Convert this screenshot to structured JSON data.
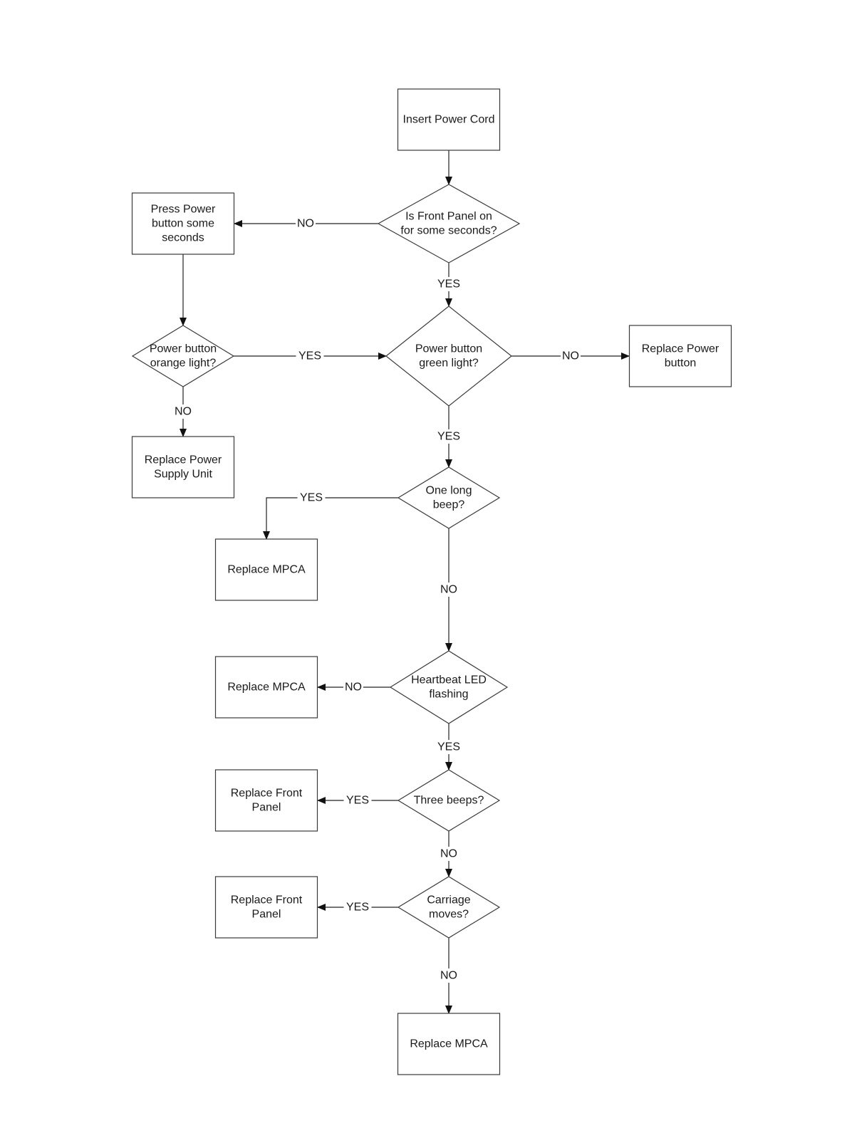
{
  "nodes": {
    "insert_power_cord": {
      "shape": "box",
      "lines": [
        "Insert Power Cord"
      ]
    },
    "front_panel_on": {
      "shape": "diamond",
      "lines": [
        "Is Front Panel on",
        "for some seconds?"
      ]
    },
    "press_power_button": {
      "shape": "box",
      "lines": [
        "Press Power",
        "button some",
        "seconds"
      ]
    },
    "orange_light": {
      "shape": "diamond",
      "lines": [
        "Power button",
        "orange light?"
      ]
    },
    "green_light": {
      "shape": "diamond",
      "lines": [
        "Power button",
        "green light?"
      ]
    },
    "replace_power_button": {
      "shape": "box",
      "lines": [
        "Replace Power",
        "button"
      ]
    },
    "replace_psu": {
      "shape": "box",
      "lines": [
        "Replace Power",
        "Supply Unit"
      ]
    },
    "one_long_beep": {
      "shape": "diamond",
      "lines": [
        "One long",
        "beep?"
      ]
    },
    "replace_mpca_1": {
      "shape": "box",
      "lines": [
        "Replace MPCA"
      ]
    },
    "heartbeat_led": {
      "shape": "diamond",
      "lines": [
        "Heartbeat LED",
        "flashing"
      ]
    },
    "replace_mpca_2": {
      "shape": "box",
      "lines": [
        "Replace MPCA"
      ]
    },
    "three_beeps": {
      "shape": "diamond",
      "lines": [
        "Three beeps?"
      ]
    },
    "replace_front_panel_1": {
      "shape": "box",
      "lines": [
        "Replace Front",
        "Panel"
      ]
    },
    "carriage_moves": {
      "shape": "diamond",
      "lines": [
        "Carriage",
        "moves?"
      ]
    },
    "replace_front_panel_2": {
      "shape": "box",
      "lines": [
        "Replace Front",
        "Panel"
      ]
    },
    "replace_mpca_3": {
      "shape": "box",
      "lines": [
        "Replace MPCA"
      ]
    }
  },
  "edges": [
    {
      "id": "e1",
      "from": "insert_power_cord",
      "to": "front_panel_on",
      "label": ""
    },
    {
      "id": "e2",
      "from": "front_panel_on",
      "to": "press_power_button",
      "label": "NO"
    },
    {
      "id": "e3",
      "from": "front_panel_on",
      "to": "green_light",
      "label": "YES"
    },
    {
      "id": "e4",
      "from": "press_power_button",
      "to": "orange_light",
      "label": ""
    },
    {
      "id": "e5",
      "from": "orange_light",
      "to": "green_light",
      "label": "YES"
    },
    {
      "id": "e6",
      "from": "orange_light",
      "to": "replace_psu",
      "label": "NO"
    },
    {
      "id": "e7",
      "from": "green_light",
      "to": "replace_power_button",
      "label": "NO"
    },
    {
      "id": "e8",
      "from": "green_light",
      "to": "one_long_beep",
      "label": "YES"
    },
    {
      "id": "e9",
      "from": "one_long_beep",
      "to": "replace_mpca_1",
      "label": "YES"
    },
    {
      "id": "e10",
      "from": "one_long_beep",
      "to": "heartbeat_led",
      "label": "NO"
    },
    {
      "id": "e11",
      "from": "heartbeat_led",
      "to": "replace_mpca_2",
      "label": "NO"
    },
    {
      "id": "e12",
      "from": "heartbeat_led",
      "to": "three_beeps",
      "label": "YES"
    },
    {
      "id": "e13",
      "from": "three_beeps",
      "to": "replace_front_panel_1",
      "label": "YES"
    },
    {
      "id": "e14",
      "from": "three_beeps",
      "to": "carriage_moves",
      "label": "NO"
    },
    {
      "id": "e15",
      "from": "carriage_moves",
      "to": "replace_front_panel_2",
      "label": "YES"
    },
    {
      "id": "e16",
      "from": "carriage_moves",
      "to": "replace_mpca_3",
      "label": "NO"
    }
  ]
}
